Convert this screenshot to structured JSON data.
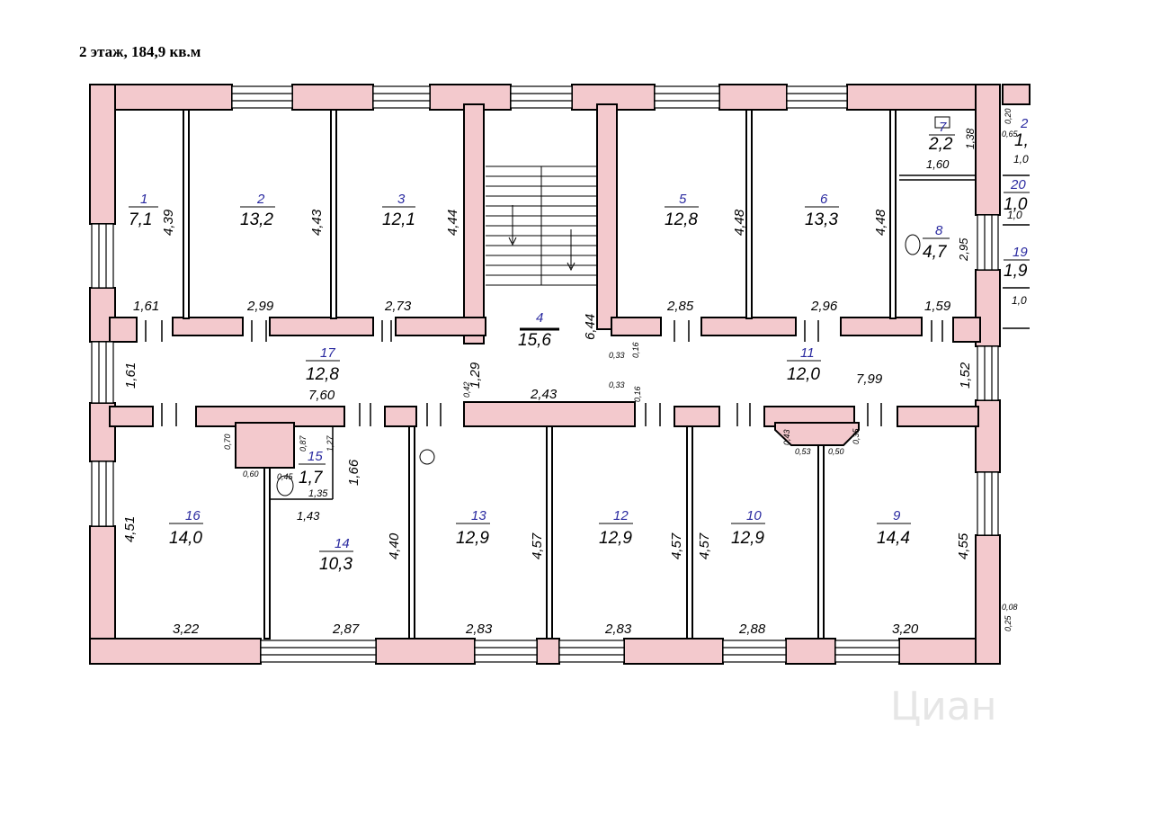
{
  "title": "2 этаж, 184,9 кв.м",
  "colors": {
    "wall": "#f3c9cd",
    "outline": "#000000",
    "room_number": "#2a2aa0"
  },
  "watermark": "Циан",
  "rooms": [
    {
      "number": "1",
      "area": "7,1"
    },
    {
      "number": "2",
      "area": "13,2"
    },
    {
      "number": "3",
      "area": "12,1"
    },
    {
      "number": "4",
      "area": "15,6"
    },
    {
      "number": "5",
      "area": "12,8"
    },
    {
      "number": "6",
      "area": "13,3"
    },
    {
      "number": "7",
      "area": "2,2"
    },
    {
      "number": "8",
      "area": "4,7"
    },
    {
      "number": "9",
      "area": "14,4"
    },
    {
      "number": "10",
      "area": "12,9"
    },
    {
      "number": "11",
      "area": "12,0"
    },
    {
      "number": "12",
      "area": "12,9"
    },
    {
      "number": "13",
      "area": "12,9"
    },
    {
      "number": "14",
      "area": "10,3"
    },
    {
      "number": "15",
      "area": "1,7"
    },
    {
      "number": "16",
      "area": "14,0"
    },
    {
      "number": "17",
      "area": "12,8"
    },
    {
      "number": "19",
      "area": "1,9"
    },
    {
      "number": "20",
      "area": "1,0"
    },
    {
      "number": "2",
      "area": "1,"
    }
  ],
  "dimensions": [
    "4,39",
    "4,43",
    "4,44",
    "4,48",
    "4,48",
    "1,38",
    "1,60",
    "2,95",
    "1,61",
    "2,99",
    "2,73",
    "2,85",
    "2,96",
    "1,59",
    "1,61",
    "1,29",
    "6,44",
    "2,43",
    "7,60",
    "7,99",
    "1,52",
    "0,33",
    "0,16",
    "0,33",
    "0,16",
    "0,42",
    "1,66",
    "4,40",
    "4,51",
    "4,57",
    "4,57",
    "4,57",
    "4,55",
    "3,22",
    "2,87",
    "2,83",
    "2,83",
    "2,88",
    "3,20",
    "1,43",
    "1,35",
    "0,45",
    "0,60",
    "0,70",
    "0,87",
    "1,27",
    "0,43",
    "0,53",
    "0,50",
    "0,35",
    "1,0",
    "1,0",
    "1,0",
    "0,08",
    "0,25",
    "0,20",
    "0,65"
  ]
}
